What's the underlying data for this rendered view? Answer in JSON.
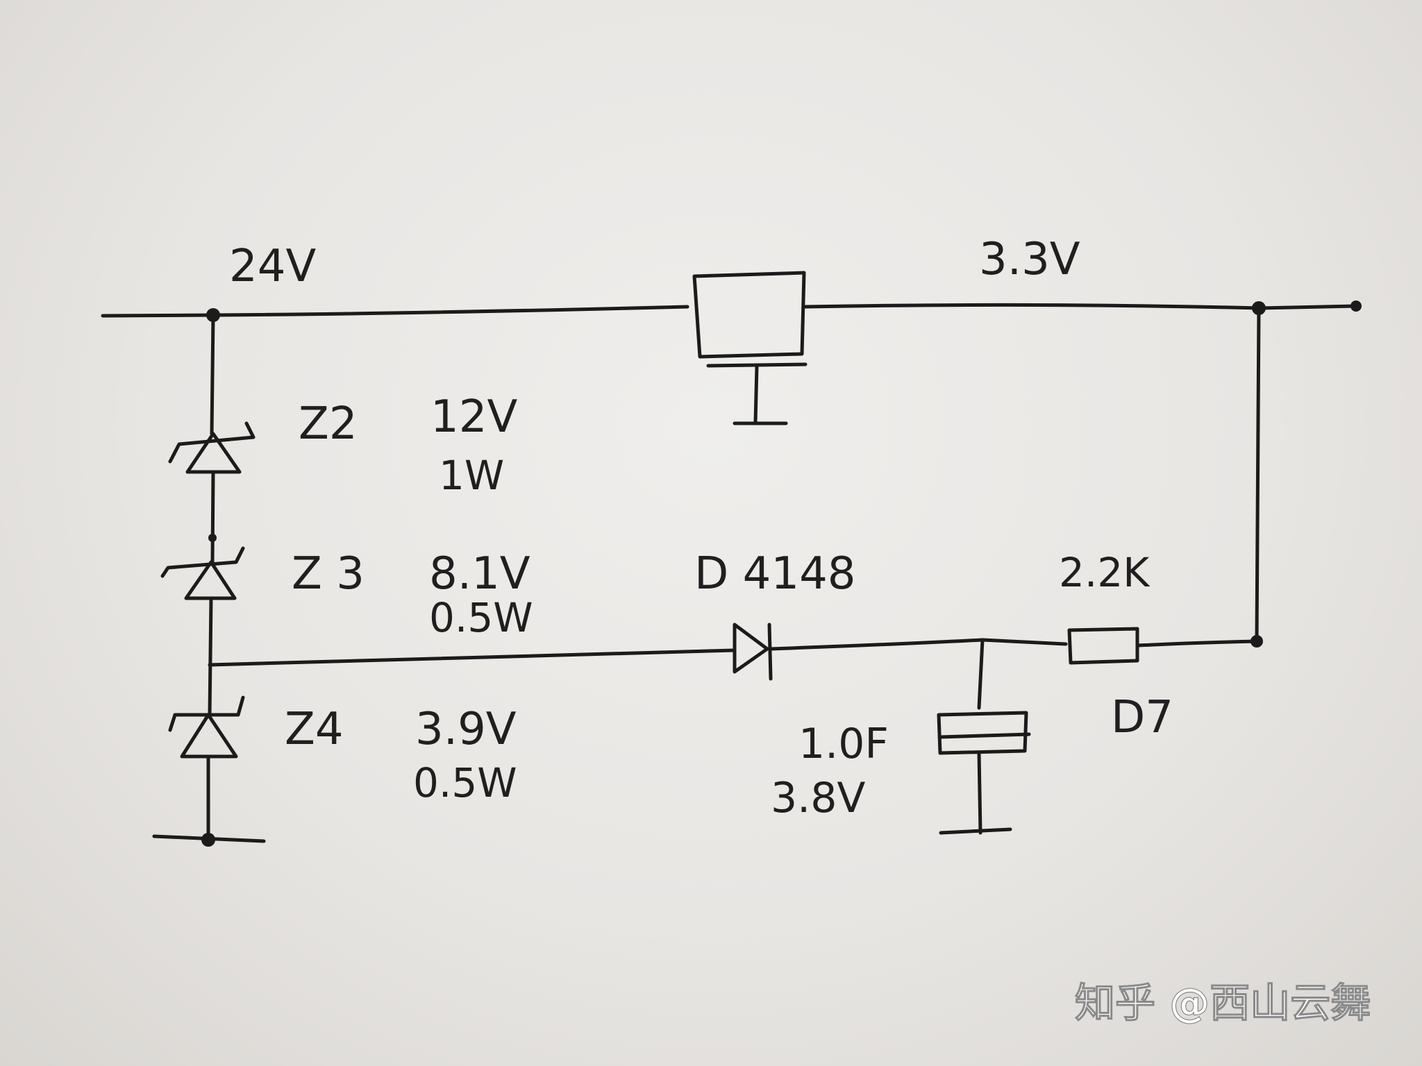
{
  "labels": {
    "input_voltage": "24V",
    "output_voltage": "3.3V",
    "z2_name": "Z2",
    "z2_voltage": "12V",
    "z2_power": "1W",
    "z3_name": "Z 3",
    "z3_voltage": "8.1V",
    "z3_power": "0.5W",
    "z4_name": "Z4",
    "z4_voltage": "3.9V",
    "z4_power": "0.5W",
    "diode_label": "D 4148",
    "resistor_value": "2.2K",
    "led_label": "D7",
    "capacitor_value": "1.0F",
    "capacitor_voltage": "3.8V"
  },
  "watermark": "知乎 @西山云舞",
  "colors": {
    "ink": "#1b1b1b",
    "paper": "#e9e7e4"
  }
}
